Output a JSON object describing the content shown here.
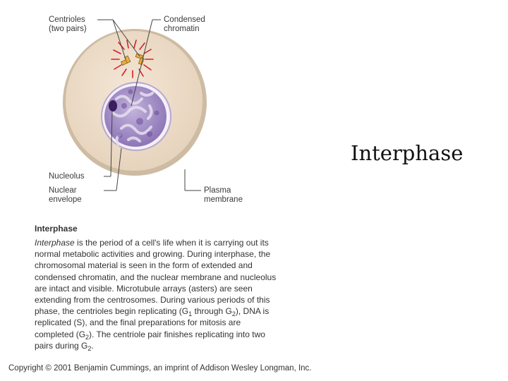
{
  "slide": {
    "title": "Interphase"
  },
  "diagram": {
    "labels": {
      "centrioles": [
        "Centrioles",
        "(two pairs)"
      ],
      "condensed_chromatin": [
        "Condensed",
        "chromatin"
      ],
      "nucleolus": "Nucleolus",
      "nuclear_envelope": [
        "Nuclear",
        "envelope"
      ],
      "plasma_membrane": [
        "Plasma",
        "membrane"
      ]
    },
    "colors": {
      "cytoplasm": "#ecdcc8",
      "membrane": "#d4c3ad",
      "nucleus": "#a892c8",
      "chromatin": "#5e3f8e",
      "nucleolus": "#3a1f5e",
      "aster": "#d8202a",
      "centriole": "#e8b040"
    }
  },
  "caption": {
    "heading": "Interphase",
    "lines": [
      [
        "Interphase",
        " is the period of a cell's life when it is carrying out its"
      ],
      [
        "normal metabolic activities and growing. During interphase, the"
      ],
      [
        "chromosomal material is seen in the form of extended and"
      ],
      [
        "condensed chromatin, and the nuclear membrane and nucleolus"
      ],
      [
        "are intact and visible. Microtubule arrays (asters) are seen"
      ],
      [
        "extending from the centrosomes. During various periods of this"
      ],
      [
        "phase, the centrioles begin replicating (G",
        "1",
        " through G",
        "2",
        "), DNA is"
      ],
      [
        "replicated (S), and the final preparations for mitosis are"
      ],
      [
        "completed (G",
        "2",
        "). The centriole pair finishes replicating into two"
      ],
      [
        "pairs during G",
        "2",
        "."
      ]
    ]
  },
  "copyright": "Copyright © 2001 Benjamin Cummings, an imprint of Addison Wesley Longman, Inc."
}
